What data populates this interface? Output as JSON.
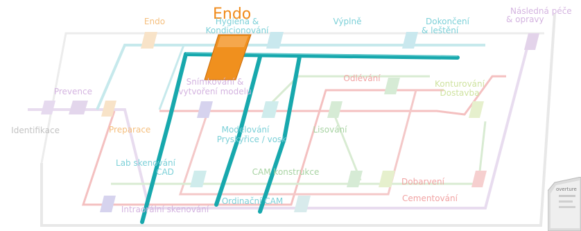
{
  "title": "Endo",
  "colors": {
    "highlight_path": "#17a8ad",
    "highlight_box": "#f0901e",
    "outer_frame": "#e5e5e5",
    "prevention_track": "#e3d6ec",
    "endo_track": "#bfe6ea",
    "lab_track": "#f3b7b7",
    "green_track": "#d7ead1"
  },
  "nodes": {
    "identifikace": "Identifikace",
    "prevence": "Prevence",
    "endo_top": "Endo",
    "hygiena_line1": "Hygiena &",
    "hygiena_line2": "Kondicionování",
    "vyplne": "Výplně",
    "dokonceni_line1": "Dokončení",
    "dokonceni_line2": "& leštění",
    "nasledna_line1": "Následná péče",
    "nasledna_line2": "& opravy",
    "preparace": "Preparace",
    "snimkovani_line1": "Snímkování &",
    "snimkovani_line2": "vytvoření modelu",
    "odlevani": "Odlévání",
    "konturovani_line1": "Konturování",
    "konturovani_line2": "Dostavba",
    "modelovani_line1": "Modelování",
    "modelovani_line2": "Pryskyřice / vosk",
    "lisovani": "Lisování",
    "lab_line1": "Lab skenování",
    "lab_line2": "CAD",
    "cam_konstrukce": "CAM konstrukce",
    "dobarveni": "Dobarvení",
    "cementovani": "Cementování",
    "ordinacni_cam": "Ordinační CAM",
    "intraoralni": "Intraorální skenování",
    "book_cover": "overture"
  }
}
